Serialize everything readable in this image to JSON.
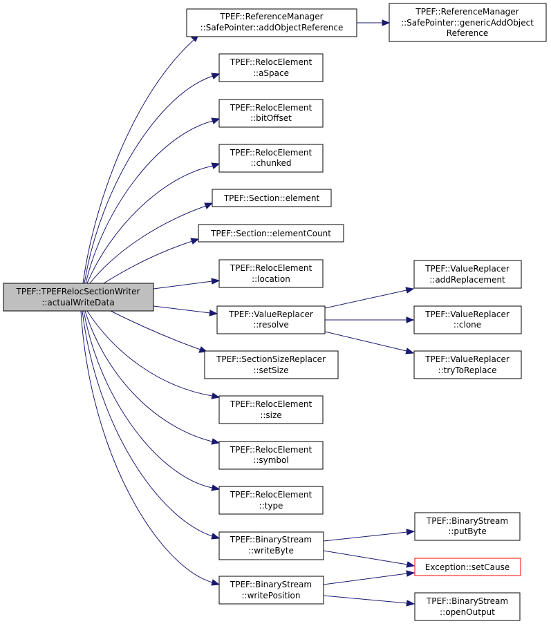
{
  "root": {
    "line1": "TPEF::TPEFRelocSectionWriter",
    "line2": "::actualWriteData"
  },
  "nodes": {
    "rm_add": {
      "line1": "TPEF::ReferenceManager",
      "line2": "::SafePointer::addObjectReference"
    },
    "rm_gen": {
      "line1": "TPEF::ReferenceManager",
      "line2": "::SafePointer::genericAddObject",
      "line3": "Reference"
    },
    "aspace": {
      "line1": "TPEF::RelocElement",
      "line2": "::aSpace"
    },
    "bitoff": {
      "line1": "TPEF::RelocElement",
      "line2": "::bitOffset"
    },
    "chunked": {
      "line1": "TPEF::RelocElement",
      "line2": "::chunked"
    },
    "element": {
      "line1": "TPEF::Section::element"
    },
    "elcount": {
      "line1": "TPEF::Section::elementCount"
    },
    "location": {
      "line1": "TPEF::RelocElement",
      "line2": "::location"
    },
    "resolve": {
      "line1": "TPEF::ValueReplacer",
      "line2": "::resolve"
    },
    "addrep": {
      "line1": "TPEF::ValueReplacer",
      "line2": "::addReplacement"
    },
    "clone": {
      "line1": "TPEF::ValueReplacer",
      "line2": "::clone"
    },
    "tryrep": {
      "line1": "TPEF::ValueReplacer",
      "line2": "::tryToReplace"
    },
    "setsize": {
      "line1": "TPEF::SectionSizeReplacer",
      "line2": "::setSize"
    },
    "size": {
      "line1": "TPEF::RelocElement",
      "line2": "::size"
    },
    "symbol": {
      "line1": "TPEF::RelocElement",
      "line2": "::symbol"
    },
    "type": {
      "line1": "TPEF::RelocElement",
      "line2": "::type"
    },
    "wbyte": {
      "line1": "TPEF::BinaryStream",
      "line2": "::writeByte"
    },
    "putbyte": {
      "line1": "TPEF::BinaryStream",
      "line2": "::putByte"
    },
    "setcause": {
      "line1": "Exception::setCause"
    },
    "wpos": {
      "line1": "TPEF::BinaryStream",
      "line2": "::writePosition"
    },
    "openout": {
      "line1": "TPEF::BinaryStream",
      "line2": "::openOutput"
    }
  },
  "colors": {
    "edge": "#191970",
    "root_fill": "#bfbfbf",
    "highlight_border": "#ff0000"
  }
}
